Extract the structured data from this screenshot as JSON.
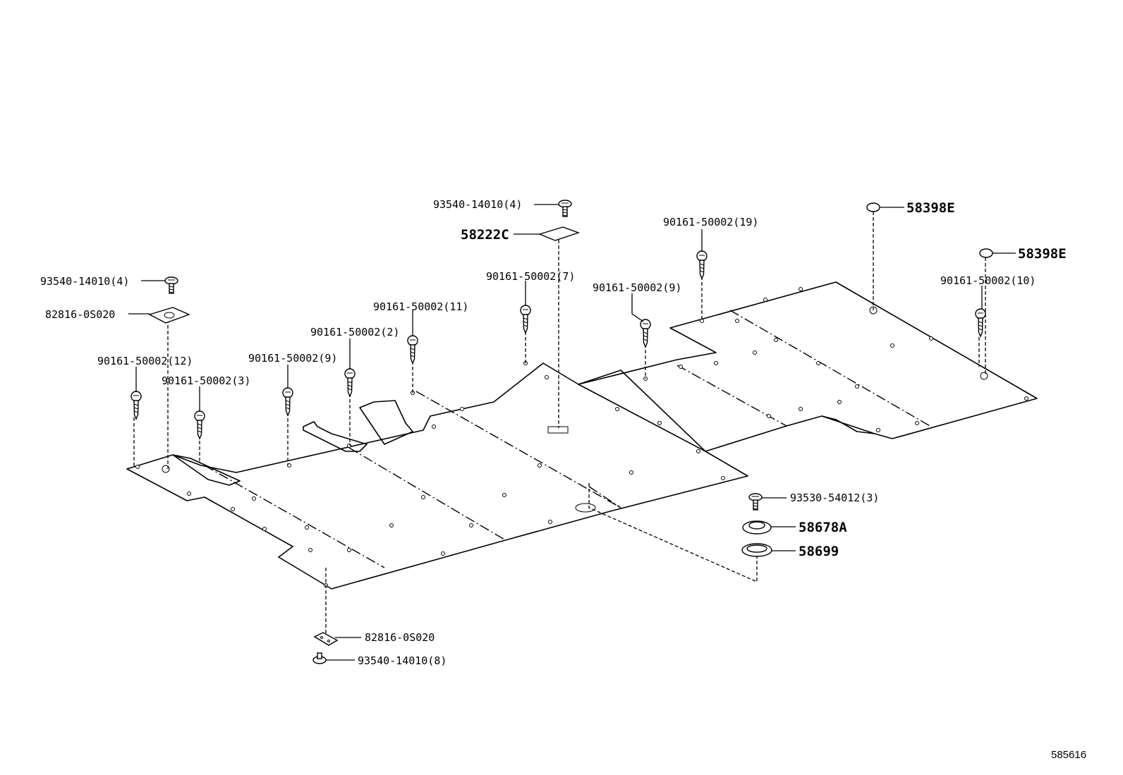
{
  "labels": {
    "top_bolt_center": "93540-14010(4)",
    "cover_58222c": "58222C",
    "screw_7": "90161-50002(7)",
    "screw_9_mid": "90161-50002(9)",
    "screw_19": "90161-50002(19)",
    "plug_58398e_a": "58398E",
    "plug_58398e_b": "58398E",
    "screw_10": "90161-50002(10)",
    "top_bolt_left": "93540-14010(4)",
    "bracket_left": "82816-0S020",
    "screw_11": "90161-50002(11)",
    "screw_2": "90161-50002(2)",
    "screw_9_left": "90161-50002(9)",
    "screw_12": "90161-50002(12)",
    "screw_3": "90161-50002(3)",
    "bolt_93530": "93530-54012(3)",
    "grommet_58678a": "58678A",
    "grommet_58699": "58699",
    "bracket_bottom": "82816-0S020",
    "bottom_bolt": "93540-14010(8)",
    "diagram_ref": "585616"
  }
}
